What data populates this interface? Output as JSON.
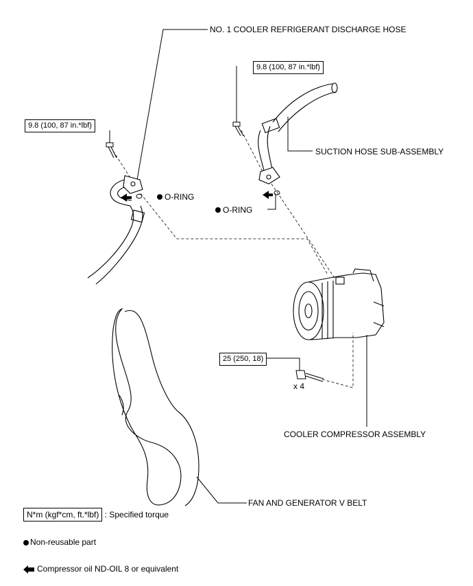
{
  "callouts": {
    "discharge_hose": "NO. 1 COOLER REFRIGERANT DISCHARGE HOSE",
    "suction_hose": "SUCTION HOSE SUB-ASSEMBLY",
    "o_ring_1": "O-RING",
    "o_ring_2": "O-RING",
    "compressor": "COOLER COMPRESSOR ASSEMBLY",
    "v_belt": "FAN AND GENERATOR V BELT",
    "bolt_qty": "x 4"
  },
  "torques": {
    "discharge_bolt": "9.8 (100, 87 in.*lbf)",
    "suction_bolt": "9.8 (100, 87 in.*lbf)",
    "compressor_bolt": "25 (250, 18)"
  },
  "legend": {
    "torque_key": "N*m (kgf*cm, ft.*lbf)",
    "torque_desc": ": Specified torque",
    "non_reusable": "Non-reusable part",
    "compressor_oil": "Compressor oil ND-OIL 8 or equivalent"
  },
  "icons": {
    "non_reusable": "filled-circle-icon",
    "compressor_oil": "left-arrow-icon"
  }
}
